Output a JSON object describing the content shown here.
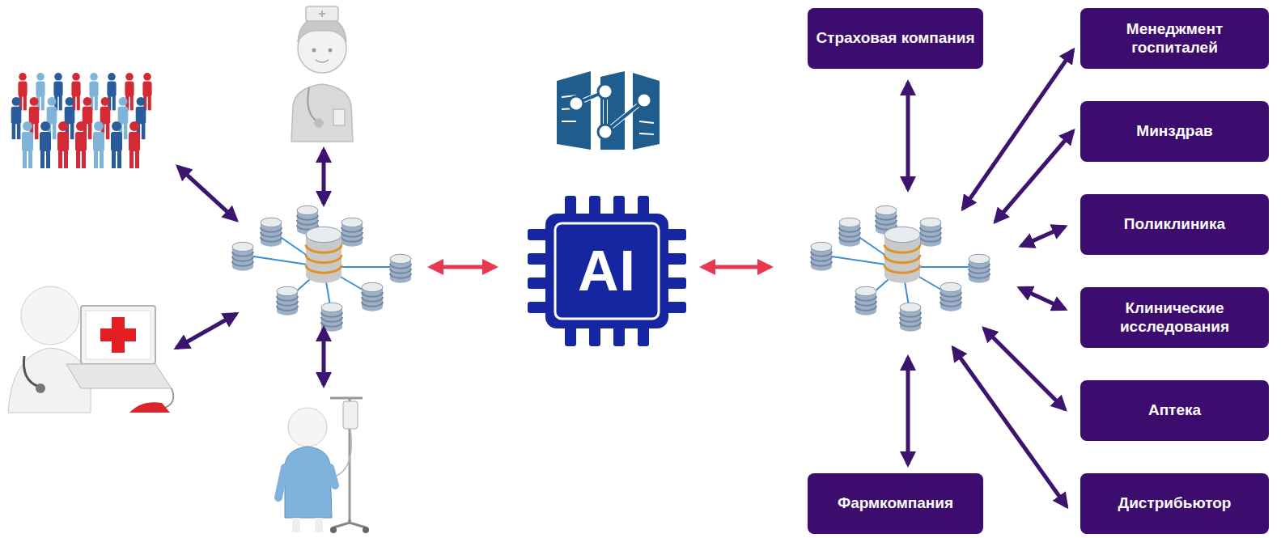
{
  "diagram": {
    "nodes": [
      {
        "text": [
          "AI"
        ]
      },
      {
        "text": [
          "Страховая компания"
        ]
      },
      {
        "text": [
          "Менеджмент госпиталей"
        ]
      },
      {
        "text": [
          "Минздрав"
        ]
      },
      {
        "text": [
          "Поликлиника"
        ]
      },
      {
        "text": [
          "Клинические исследования"
        ]
      },
      {
        "text": [
          "Аптека"
        ]
      },
      {
        "text": [
          "Фармкомпания"
        ]
      },
      {
        "text": [
          "Дистрибьютор"
        ]
      }
    ]
  }
}
